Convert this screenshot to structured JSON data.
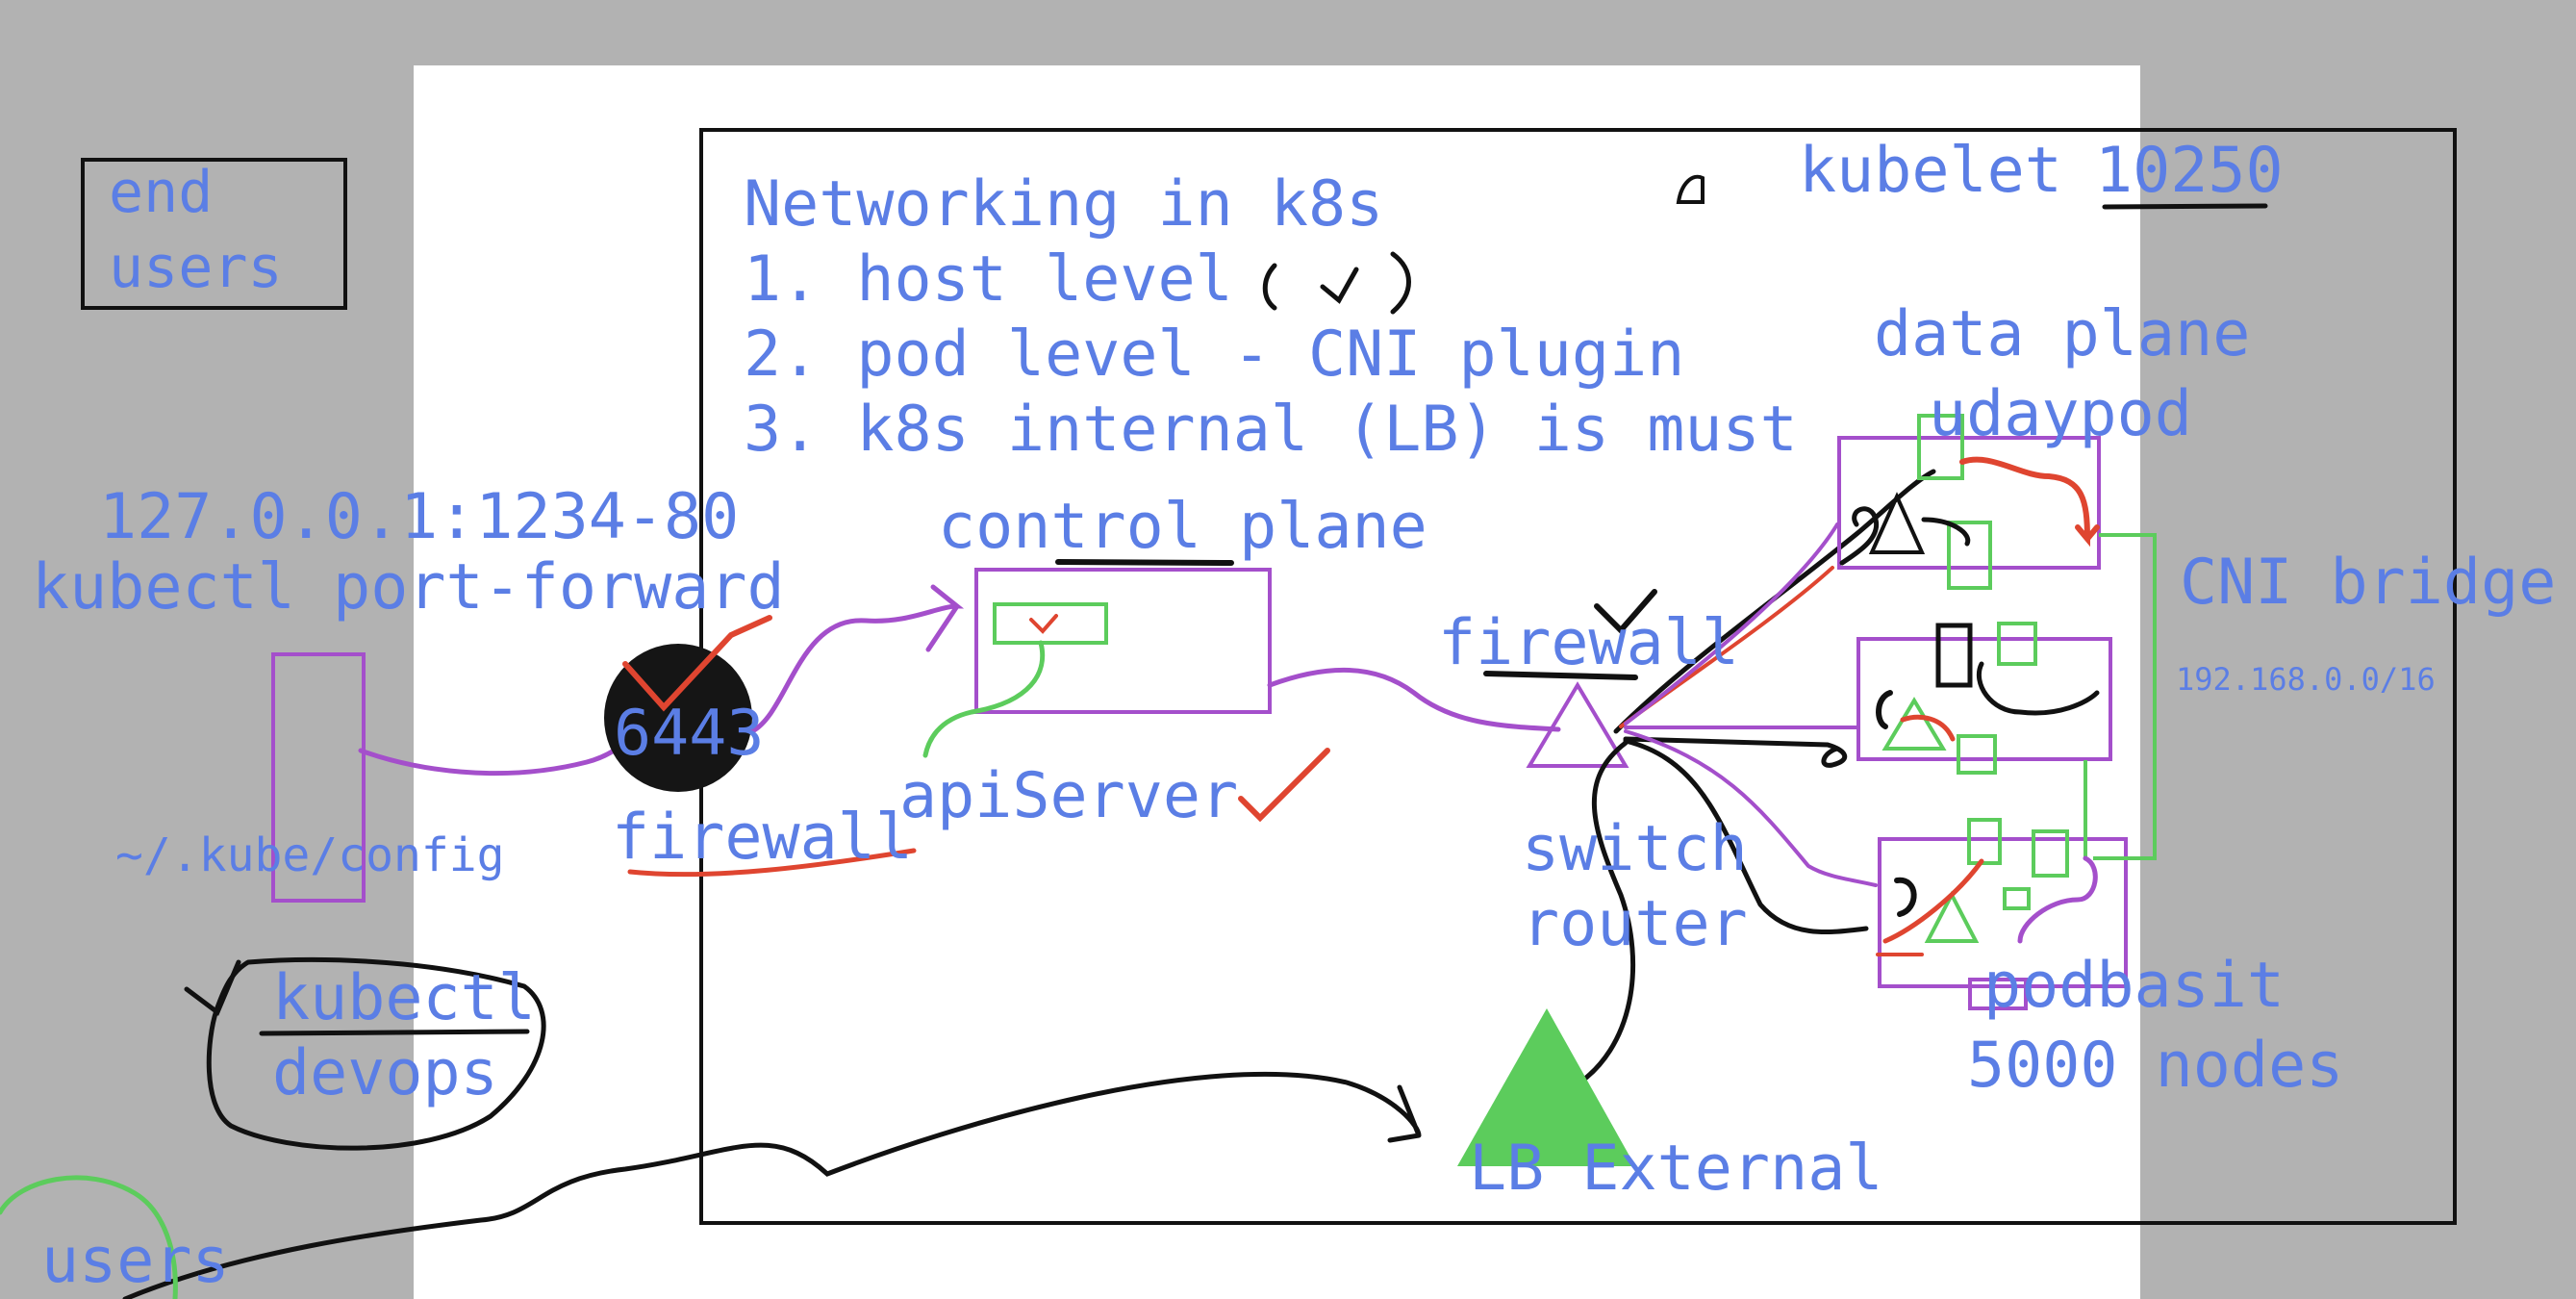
{
  "board": {
    "title": "Networking in k8s",
    "items": [
      "1. host level",
      "2. pod level - CNI plugin",
      "3. k8s internal (LB) is must"
    ]
  },
  "left": {
    "end_users": [
      "end",
      "users"
    ],
    "port_forward_address": "127.0.0.1:1234-80",
    "port_forward_command": "kubectl port-forward",
    "kube_config": "~/.kube/config",
    "kubectl": "kubectl",
    "devops": "devops",
    "users": "users"
  },
  "center": {
    "port": "6443",
    "firewall_left": "firewall",
    "control_plane": "control plane",
    "api_server": "apiServer",
    "firewall_right": "firewall",
    "switch": "switch",
    "router": "router",
    "lb_external": "LB External"
  },
  "right": {
    "kubelet": "kubelet",
    "kubelet_port": "10250",
    "data_plane": "data plane",
    "udaypod": "udaypod",
    "cni_bridge": "CNI bridge",
    "cidr": "192.168.0.0/16",
    "podbasit": "podbasit",
    "nodes": "5000 nodes"
  },
  "colors": {
    "text": "#5b7ee5",
    "ink": "#111111",
    "purple": "#a44fcb",
    "green": "#5ccc5c",
    "red": "#df4530",
    "background": "#b2b2b2",
    "page": "#ffffff"
  }
}
